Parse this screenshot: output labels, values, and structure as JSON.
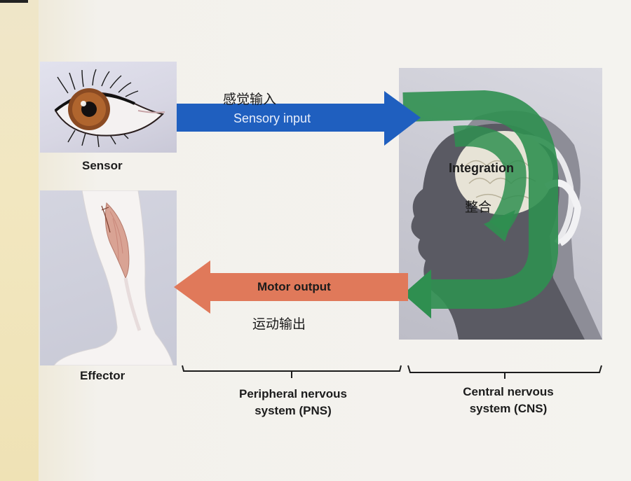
{
  "sensory_arrow": {
    "label": "Sensory input",
    "cn_label": "感觉输入"
  },
  "motor_arrow": {
    "label": "Motor output",
    "cn_label": "运动输出"
  },
  "integration": {
    "label": "Integration",
    "cn_label": "整合"
  },
  "sensor": {
    "label": "Sensor"
  },
  "effector": {
    "label": "Effector"
  },
  "pns": {
    "line1": "Peripheral nervous",
    "line2": "system (PNS)"
  },
  "cns": {
    "line1": "Central nervous",
    "line2": "system (CNS)"
  },
  "colors": {
    "sensory_arrow": "#1f5fbf",
    "motor_arrow": "#e0795a",
    "integration_loop": "#2f8f50",
    "bracket": "#1c1c1c"
  },
  "icons": [
    "eye-icon",
    "leg-muscle-icon",
    "head-profile-icon",
    "brain-icon"
  ]
}
